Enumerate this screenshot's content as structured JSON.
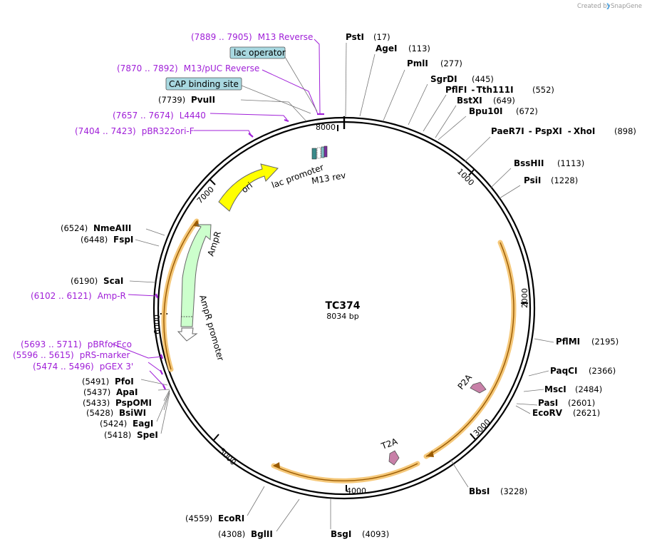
{
  "credit": {
    "text": "Created by",
    "brand": "SnapGene"
  },
  "plasmid": {
    "name": "TC374",
    "size_label": "8034 bp"
  },
  "ticks": [
    "1000",
    "2000",
    "3000",
    "4000",
    "5000",
    "6000",
    "7000",
    "8000"
  ],
  "enzymes": [
    {
      "name": "PstI",
      "pos": "(17)"
    },
    {
      "name": "AgeI",
      "pos": "(113)"
    },
    {
      "name": "PmlI",
      "pos": "(277)"
    },
    {
      "name": "SgrDI",
      "pos": "(445)"
    },
    {
      "name": "PflFI",
      "name2": "Tth111I",
      "pos": "(552)"
    },
    {
      "name": "BstXI",
      "pos": "(649)"
    },
    {
      "name": "Bpu10I",
      "pos": "(672)"
    },
    {
      "name": "PaeR7I",
      "name2": "PspXI",
      "name3": "XhoI",
      "pos": "(898)"
    },
    {
      "name": "BssHII",
      "pos": "(1113)"
    },
    {
      "name": "PsiI",
      "pos": "(1228)"
    },
    {
      "name": "PflMI",
      "pos": "(2195)"
    },
    {
      "name": "PaqCI",
      "pos": "(2366)"
    },
    {
      "name": "MscI",
      "pos": "(2484)"
    },
    {
      "name": "PasI",
      "pos": "(2601)"
    },
    {
      "name": "EcoRV",
      "pos": "(2621)"
    },
    {
      "name": "BbsI",
      "pos": "(3228)"
    },
    {
      "name": "BsgI",
      "pos": "(4093)"
    },
    {
      "name": "BglII",
      "pos": "(4308)"
    },
    {
      "name": "EcoRI",
      "pos": "(4559)"
    },
    {
      "name": "SpeI",
      "pos": "(5418)"
    },
    {
      "name": "EagI",
      "pos": "(5424)"
    },
    {
      "name": "BsiWI",
      "pos": "(5428)"
    },
    {
      "name": "PspOMI",
      "pos": "(5433)"
    },
    {
      "name": "ApaI",
      "pos": "(5437)"
    },
    {
      "name": "PfoI",
      "pos": "(5491)"
    },
    {
      "name": "ScaI",
      "pos": "(6190)"
    },
    {
      "name": "FspI",
      "pos": "(6448)"
    },
    {
      "name": "NmeAIII",
      "pos": "(6524)"
    },
    {
      "name": "PvuII",
      "pos": "(7739)"
    }
  ],
  "primers": [
    {
      "range": "(7889 .. 7905)",
      "name": "M13 Reverse"
    },
    {
      "range": "(7870 .. 7892)",
      "name": "M13/pUC Reverse"
    },
    {
      "range": "(7657 .. 7674)",
      "name": "L4440"
    },
    {
      "range": "(7404 .. 7423)",
      "name": "pBR322ori-F"
    },
    {
      "range": "(6102 .. 6121)",
      "name": "Amp-R"
    },
    {
      "range": "(5693 .. 5711)",
      "name": "pBRforEco"
    },
    {
      "range": "(5596 .. 5615)",
      "name": "pRS-marker"
    },
    {
      "range": "(5474 .. 5496)",
      "name": "pGEX 3'"
    }
  ],
  "boxed_features": [
    {
      "name": "lac operator"
    },
    {
      "name": "CAP binding site"
    }
  ],
  "features": [
    {
      "name": "ori"
    },
    {
      "name": "AmpR"
    },
    {
      "name": "AmpR promoter"
    },
    {
      "name": "lac promoter"
    },
    {
      "name": "M13 rev"
    },
    {
      "name": "P2A"
    },
    {
      "name": "T2A"
    }
  ],
  "colors": {
    "primer": "#a020d8",
    "ori": "#ffff00",
    "ampr": "#ccffcc",
    "orf": "#f5c87a",
    "orf_line": "#9a5a00",
    "peptide": "#c880a8",
    "boxed": "#a8d8e0"
  }
}
